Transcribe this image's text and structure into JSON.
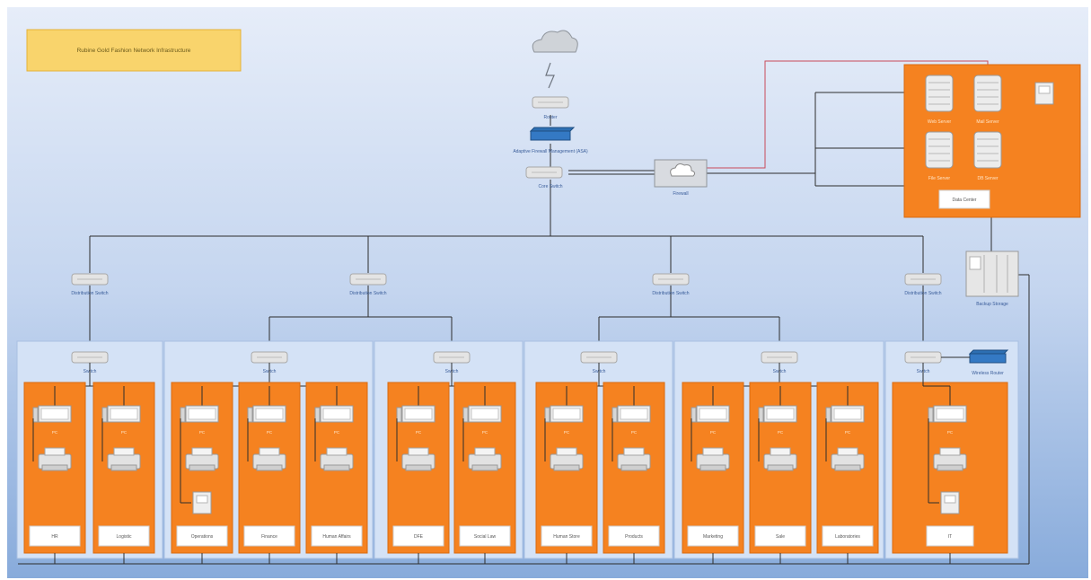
{
  "title": "Rubine Gold Fashion Network Infrastructure",
  "colors": {
    "background_top": "#e4ecf8",
    "background_bottom": "#8fb0dc",
    "orange": "#f58220",
    "panel": "#d6e3f6",
    "line": "#2b2b2b",
    "red_line": "#c84a5a",
    "switch": "#e3e3e3"
  },
  "core": {
    "cloud": "Internet",
    "router": "Router",
    "firewall": "Adaptive Firewall Management (ASA)",
    "core_switch": "Core Switch",
    "dmz": "Firewall"
  },
  "data_center": {
    "servers": [
      "Web Server",
      "Mail Server",
      "File Server",
      "DB Server"
    ],
    "label": "Data Center",
    "backup": "Backup Storage"
  },
  "distribution": [
    "Distribution Switch",
    "Distribution Switch",
    "Distribution Switch",
    "Distribution Switch"
  ],
  "access_switch": "Switch",
  "wireless": "Wireless Router",
  "pc_label": "PC",
  "departments": [
    "HR",
    "Logistic",
    "Operations",
    "Finance",
    "Human Affairs",
    "DFE",
    "Social Law",
    "Human Store",
    "Products",
    "Marketing",
    "Sale",
    "Laboratories",
    "IT"
  ]
}
